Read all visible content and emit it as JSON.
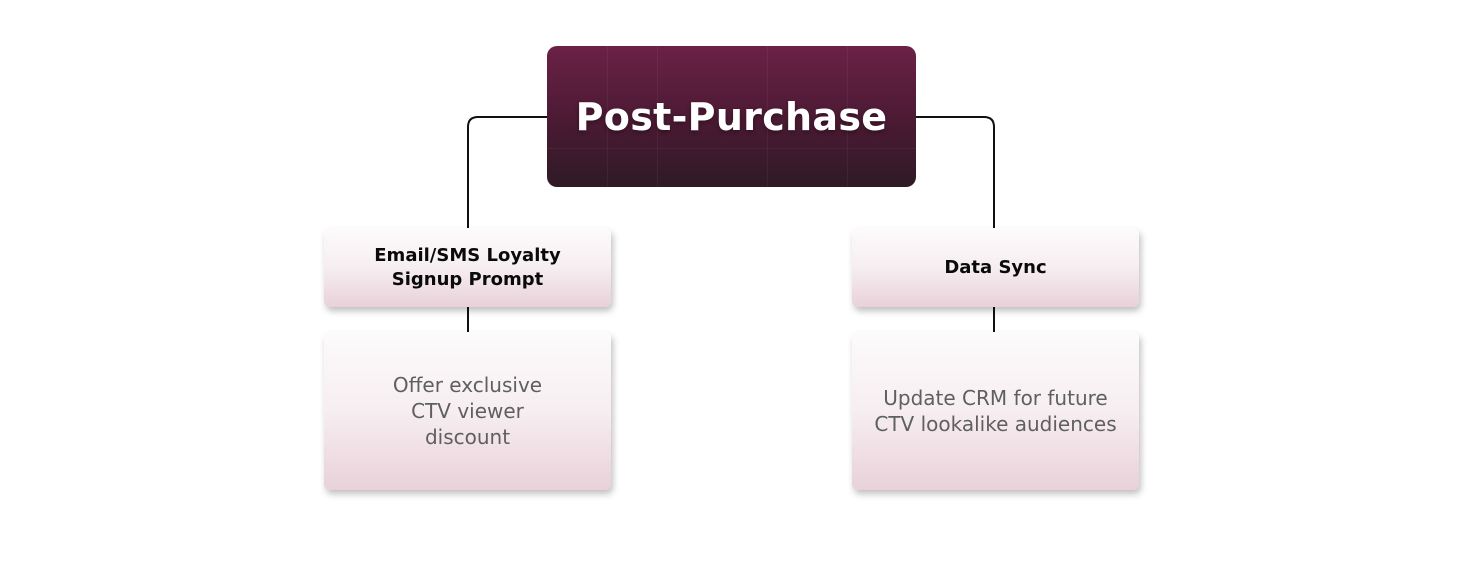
{
  "root": {
    "title": "Post-Purchase"
  },
  "branches": [
    {
      "title": "Email/SMS Loyalty Signup Prompt",
      "description": "Offer exclusive CTV viewer discount"
    },
    {
      "title": "Data Sync",
      "description": "Update CRM for future CTV lookalike audiences"
    }
  ],
  "colors": {
    "root_top": "#6b2146",
    "root_bottom": "#2f1a25",
    "card_top": "#fdfbfc",
    "card_bottom": "#e9d1d9",
    "connector": "#111111",
    "title_text": "#0a0a0a",
    "body_text": "#5f5f5f"
  }
}
